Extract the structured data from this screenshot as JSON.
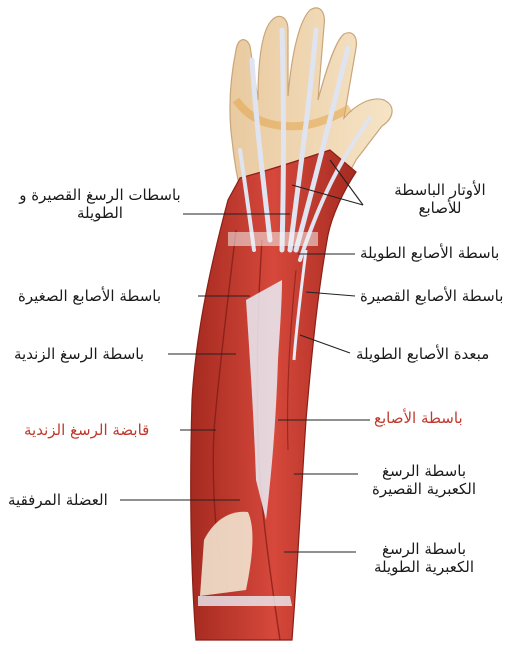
{
  "labels": {
    "finger_extensor_tendons": "الأوتار الباسطة للأصابع",
    "wrist_extensors_short_long": "باسطات الرسغ القصيرة و الطويلة",
    "ext_pollicis_longus": "باسطة الأصابع الطويلة",
    "ext_digiti_minimi": "باسطة الأصابع الصغيرة",
    "ext_pollicis_brevis": "باسطة الأصابع القصيرة",
    "ext_carpi_ulnaris": "باسطة الرسغ الزندية",
    "abd_pollicis_longus": "مبعدة الأصابع الطويلة",
    "flexor_carpi_ulnaris": "قابضة الرسغ الزندية",
    "ext_digitorum": "باسطة الأصابع",
    "anconeus": "العضلة المرفقية",
    "ext_carpi_radialis_brevis": "باسطة الرسغ الكعبرية القصيرة",
    "ext_carpi_radialis_longus": "باسطة الرسغ الكعبرية الطويلة"
  },
  "colors": {
    "muscle": "#c8372d",
    "muscle_dark": "#9e2219",
    "tendon": "#dfe4f0",
    "skin": "#f0d9b5",
    "bone": "#e8c98a",
    "red_label": "#c0392b",
    "text": "#1a1a1a"
  }
}
